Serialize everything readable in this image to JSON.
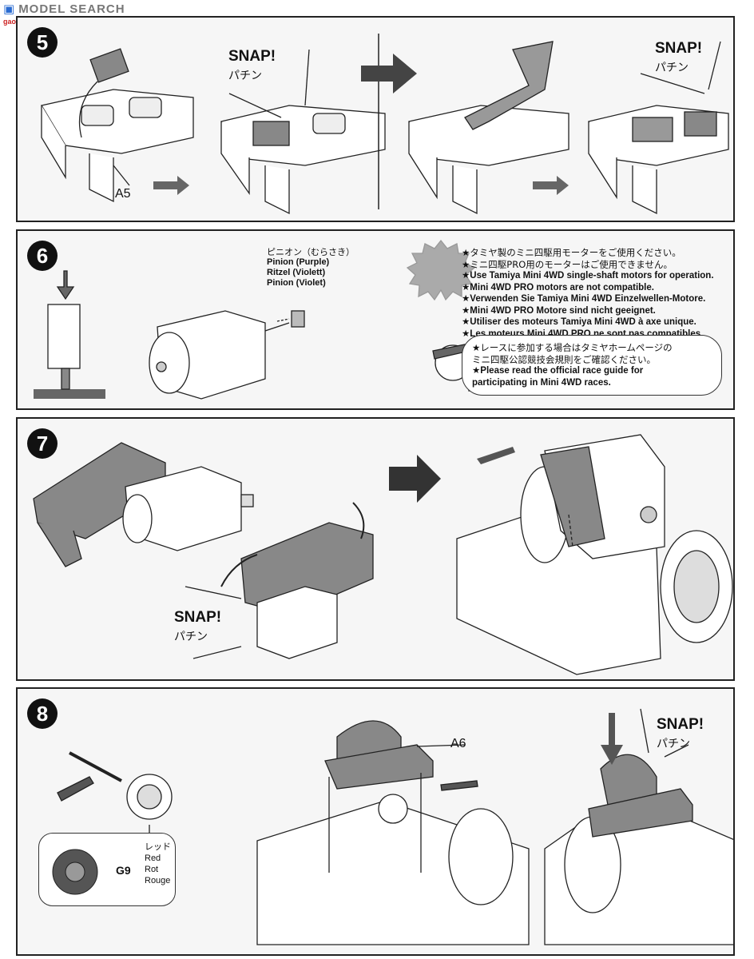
{
  "watermark": {
    "site": "MODEL SEARCH",
    "url": "gao.hobby.com"
  },
  "step5": {
    "number": "5",
    "snap1": {
      "en": "SNAP!",
      "jp": "パチン"
    },
    "snap2": {
      "en": "SNAP!",
      "jp": "パチン"
    },
    "part": "A5"
  },
  "step6": {
    "number": "6",
    "pinion": {
      "jp": "ピニオン（むらさき）",
      "en": "Pinion (Purple)",
      "de": "Ritzel (Violett)",
      "fr": "Pinion (Violet)"
    },
    "notes": [
      "★タミヤ製のミニ四駆用モーターをご使用ください。",
      "★ミニ四駆PRO用のモーターはご使用できません。",
      "★Use Tamiya Mini 4WD single-shaft motors for operation.",
      "★Mini 4WD PRO motors are not compatible.",
      "★Verwenden Sie Tamiya Mini 4WD Einzelwellen-Motore.",
      "★Mini 4WD PRO Motore sind nicht geeignet.",
      "★Utiliser des moteurs Tamiya Mini 4WD à axe unique.",
      "★Les moteurs Mini 4WD PRO ne sont pas compatibles."
    ],
    "race_note": {
      "jp1": "★レースに参加する場合はタミヤホームページの",
      "jp2": "ミニ四駆公認競技会規則をご確認ください。",
      "en1": "★Please read the official race guide for",
      "en2": "participating in Mini 4WD races."
    }
  },
  "step7": {
    "number": "7",
    "snap": {
      "en": "SNAP!",
      "jp": "パチン"
    }
  },
  "step8": {
    "number": "8",
    "part": "A6",
    "snap": {
      "en": "SNAP!",
      "jp": "パチン"
    },
    "gear": {
      "id": "G9",
      "jp": "レッド",
      "en": "Red",
      "de": "Rot",
      "fr": "Rouge"
    }
  },
  "colors": {
    "panel_border": "#222222",
    "panel_bg": "#f6f6f6",
    "gray_part": "#8a8a8a",
    "arrow": "#555555"
  }
}
